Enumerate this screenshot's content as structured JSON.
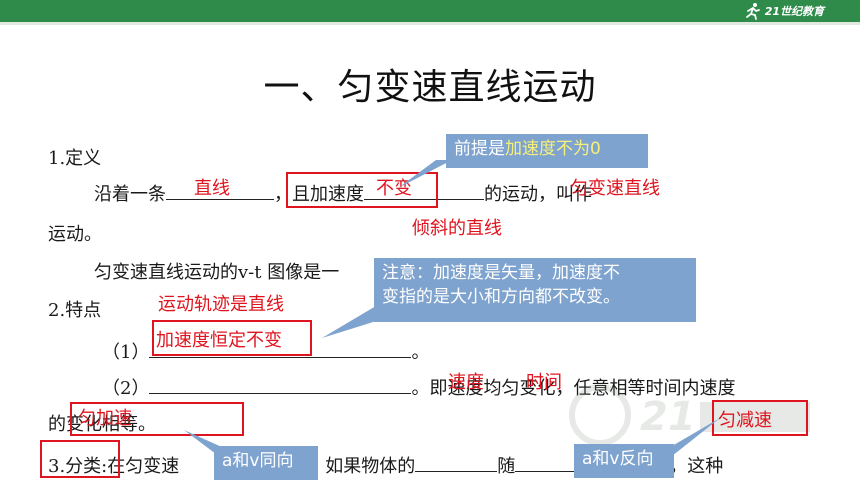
{
  "header": {
    "brand_text": "21世纪教育",
    "bar_color": "#2e8b4a"
  },
  "title": "一、匀变速直线运动",
  "definition": {
    "heading": "1.定义",
    "line1_a": "沿着一条",
    "line1_b": "，且加速度",
    "line1_c": "的运动，叫作",
    "line2": "运动。",
    "line3": "匀变速直线运动的v-t 图像是一"
  },
  "features": {
    "heading": "2.特点",
    "item1_num": "（1）",
    "item1_end": "。",
    "item2_num": "（2）",
    "item2_end": "。即速度均匀变化，任意相等时间内速度",
    "line_cont": "的变化相等。"
  },
  "classification": {
    "text_a": "3.分类:在匀变速",
    "text_b": "，如果物体的",
    "text_c": "随",
    "text_d": "匀增加，这种"
  },
  "annotations": {
    "straight_line": "直线",
    "constant": "不变",
    "uniform_var": "匀变速直线",
    "slanted_line": "倾斜的直线",
    "trajectory": "运动轨迹是直线",
    "accel_const": "加速度恒定不变",
    "velocity": "速度",
    "time": "时间",
    "uniform_accel": "匀加速",
    "uniform_decel": "匀减速"
  },
  "callouts": {
    "premise_prefix": "前提是",
    "premise_highlight": "加速度不为0",
    "note_line1": "注意：加速度是矢量，加速度不",
    "note_line2": "变指的是大小和方向都不改变。",
    "same_dir": "a和v同向",
    "opp_dir": "a和v反向"
  },
  "colors": {
    "annotation_red": "#e0141e",
    "callout_blue": "#7fa3cf",
    "highlight_yellow": "#f6f07a"
  }
}
